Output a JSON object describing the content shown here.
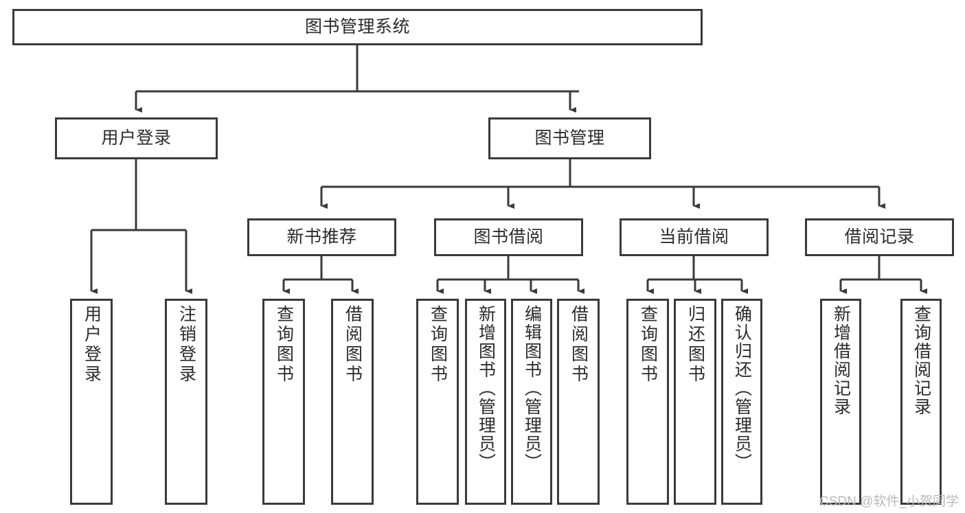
{
  "diagram": {
    "type": "tree-hierarchy",
    "title": "图书管理系统",
    "colors": {
      "background": "#ffffff",
      "box_border": "#3a3a3a",
      "box_fill": "#ffffff",
      "text": "#2b2b2b",
      "connector": "#3a3a3a",
      "watermark": "#b9b9b9"
    },
    "levels": {
      "level1": [
        "图书管理系统"
      ],
      "level2": [
        "用户登录",
        "图书管理"
      ],
      "level3": [
        "新书推荐",
        "图书借阅",
        "当前借阅",
        "借阅记录"
      ],
      "level4": [
        "用户登录",
        "注销登录",
        "查询图书",
        "借阅图书",
        "查询图书",
        "新增图书（管理员）",
        "编辑图书（管理员）",
        "借阅图书",
        "查询图书",
        "归还图书",
        "确认归还（管理员）",
        "新增借阅记录",
        "查询借阅记录"
      ]
    },
    "nodes": {
      "root": "图书管理系统",
      "user_login": "用户登录",
      "book_manage": "图书管理",
      "new_book_rec": "新书推荐",
      "book_borrow": "图书借阅",
      "current_borrow": "当前借阅",
      "borrow_record": "借阅记录",
      "leaf_user_login": "用户登录",
      "leaf_logout": "注销登录",
      "leaf_query_book_1": "查询图书",
      "leaf_borrow_book_1": "借阅图书",
      "leaf_query_book_2": "查询图书",
      "leaf_add_book": "新增图书（管理员）",
      "leaf_edit_book": "编辑图书（管理员）",
      "leaf_borrow_book_2": "借阅图书",
      "leaf_query_book_3": "查询图书",
      "leaf_return_book": "归还图书",
      "leaf_confirm_return": "确认归还（管理员）",
      "leaf_add_record": "新增借阅记录",
      "leaf_query_record": "查询借阅记录"
    },
    "edges": [
      {
        "from": "图书管理系统",
        "to": "用户登录"
      },
      {
        "from": "图书管理系统",
        "to": "图书管理"
      },
      {
        "from": "用户登录",
        "to": "用户登录"
      },
      {
        "from": "用户登录",
        "to": "注销登录"
      },
      {
        "from": "图书管理",
        "to": "新书推荐"
      },
      {
        "from": "图书管理",
        "to": "图书借阅"
      },
      {
        "from": "图书管理",
        "to": "当前借阅"
      },
      {
        "from": "图书管理",
        "to": "借阅记录"
      },
      {
        "from": "新书推荐",
        "to": "查询图书"
      },
      {
        "from": "新书推荐",
        "to": "借阅图书"
      },
      {
        "from": "图书借阅",
        "to": "查询图书"
      },
      {
        "from": "图书借阅",
        "to": "新增图书（管理员）"
      },
      {
        "from": "图书借阅",
        "to": "编辑图书（管理员）"
      },
      {
        "from": "图书借阅",
        "to": "借阅图书"
      },
      {
        "from": "当前借阅",
        "to": "查询图书"
      },
      {
        "from": "当前借阅",
        "to": "归还图书"
      },
      {
        "from": "当前借阅",
        "to": "确认归还（管理员）"
      },
      {
        "from": "借阅记录",
        "to": "新增借阅记录"
      },
      {
        "from": "借阅记录",
        "to": "查询借阅记录"
      }
    ]
  },
  "watermark": {
    "text": "CSDN @软件_小贺同学"
  }
}
